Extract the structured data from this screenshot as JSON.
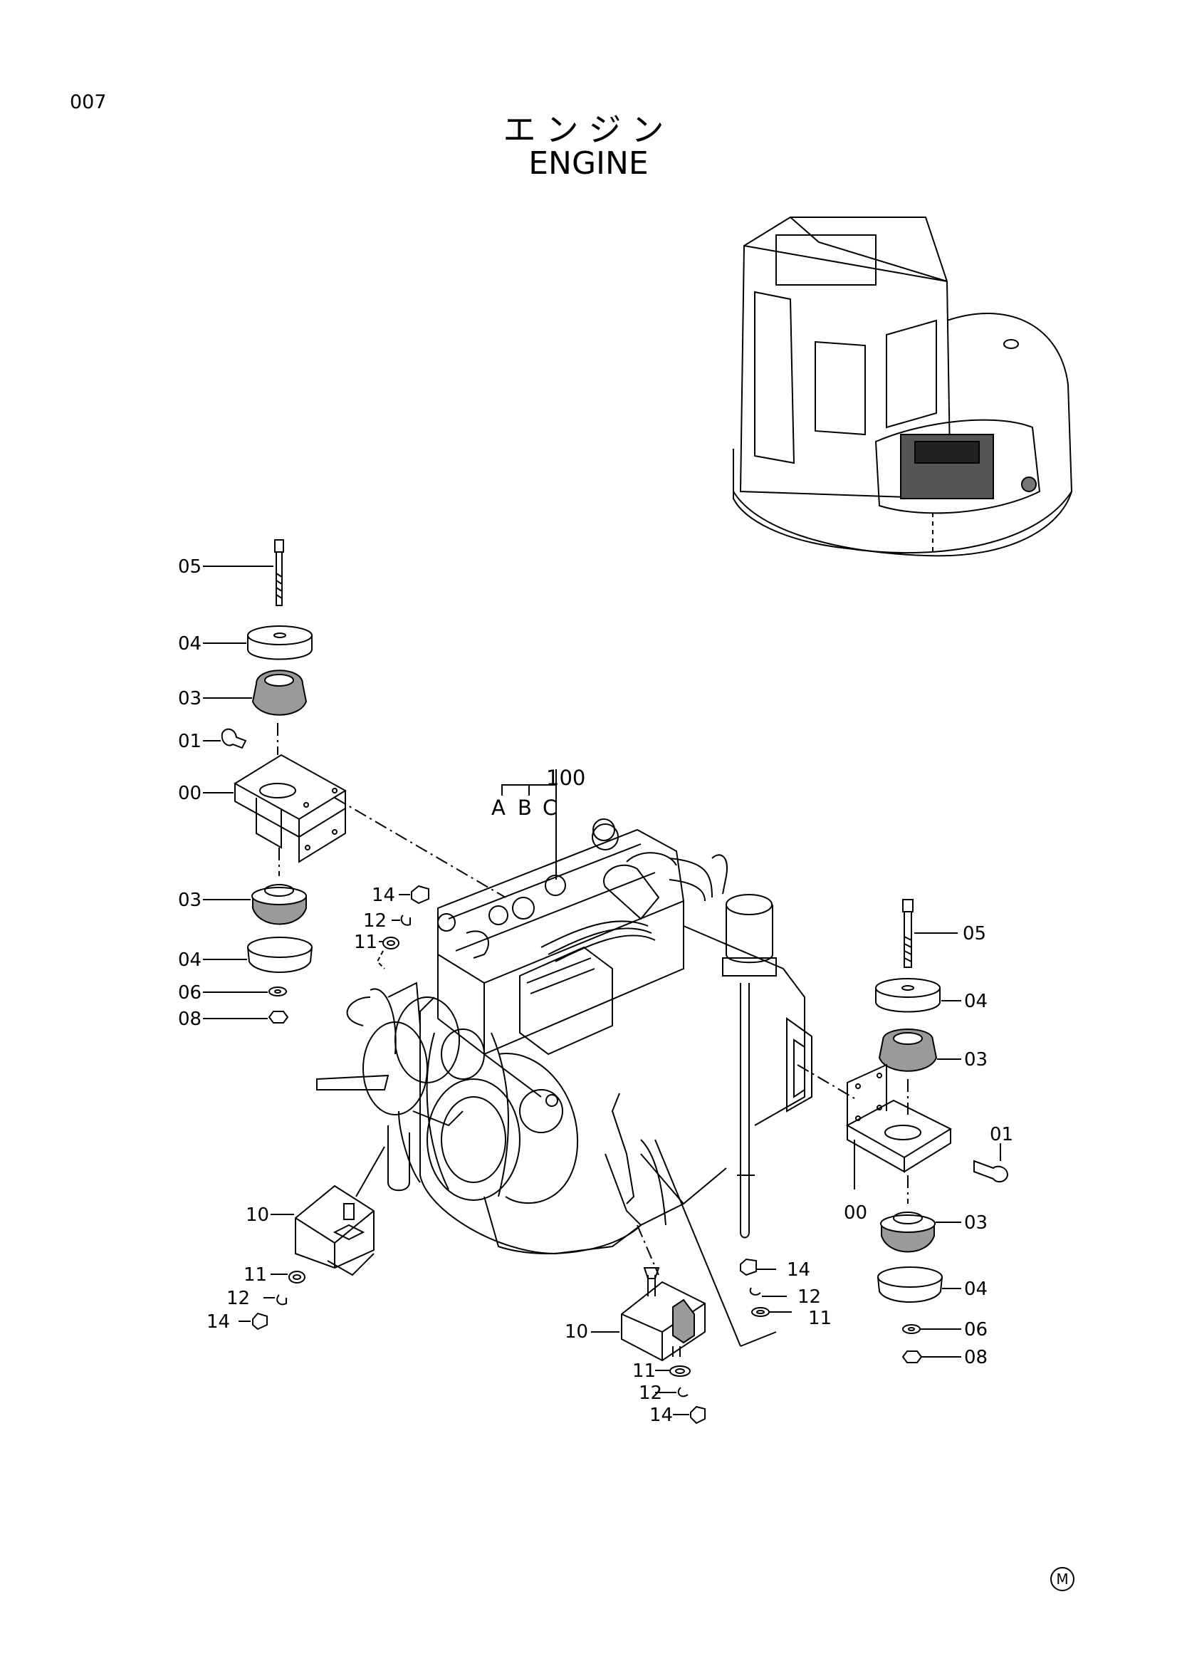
{
  "page": {
    "number": "007",
    "title_jp": "エンジン",
    "title_en": "ENGINE",
    "mark": "M"
  },
  "assembly": {
    "number": "100",
    "sub_a": "A",
    "sub_b": "B",
    "sub_c": "C"
  },
  "callouts": {
    "l05": "05",
    "l04a": "04",
    "l03a": "03",
    "l01": "01",
    "l00": "00",
    "l03b": "03",
    "l04b": "04",
    "l06": "06",
    "l08": "08",
    "l14a": "14",
    "l12a": "12",
    "l11a": "11",
    "l10a": "10",
    "l11b": "11",
    "l12b": "12",
    "l14b": "14",
    "r05": "05",
    "r04a": "04",
    "r03a": "03",
    "r01": "01",
    "r00": "00",
    "r03b": "03",
    "r04b": "04",
    "r06": "06",
    "r08": "08",
    "c14": "14",
    "c12": "12",
    "c11": "11",
    "c10": "10",
    "c11b": "11",
    "c12b": "12",
    "c14b": "14"
  },
  "colors": {
    "ink": "#000000",
    "paper": "#ffffff",
    "rubber_fill": "#9a9a9a"
  }
}
